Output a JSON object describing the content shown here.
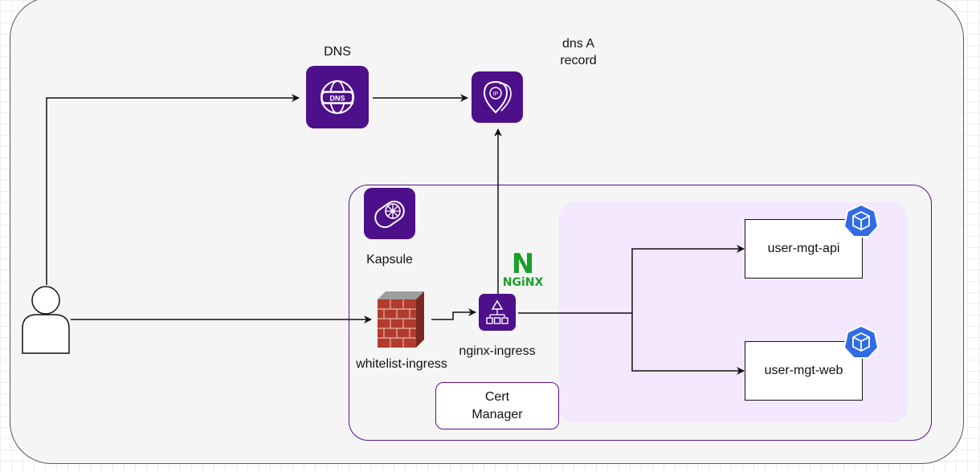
{
  "labels": {
    "dns": "DNS",
    "dns_tile_text": "DNS",
    "dns_a_record": "dns A\nrecord",
    "ip_tile_text": "IP",
    "kapsule": "Kapsule",
    "whitelist": "whitelist-ingress",
    "nginx_ingress": "nginx-ingress",
    "nginx_logo_big": "N",
    "nginx_logo_small": "NGiNX",
    "cert_manager": "Cert\nManager",
    "user_mgt_api": "user-mgt-api",
    "user_mgt_web": "user-mgt-web"
  },
  "icons": [
    "user-icon",
    "dns-globe-icon",
    "ip-pin-icon",
    "kubernetes-kapsule-icon",
    "firewall-icon",
    "nginx-logo-icon",
    "load-balancer-icon",
    "kubernetes-cube-icon"
  ],
  "colors": {
    "purple": "#4e108a",
    "border_purple": "#5a0f91",
    "inner_fill": "#f3e8ff",
    "k8s_blue": "#326ce5",
    "nginx_green": "#1a9e2a",
    "brick_red": "#b23a2e"
  }
}
